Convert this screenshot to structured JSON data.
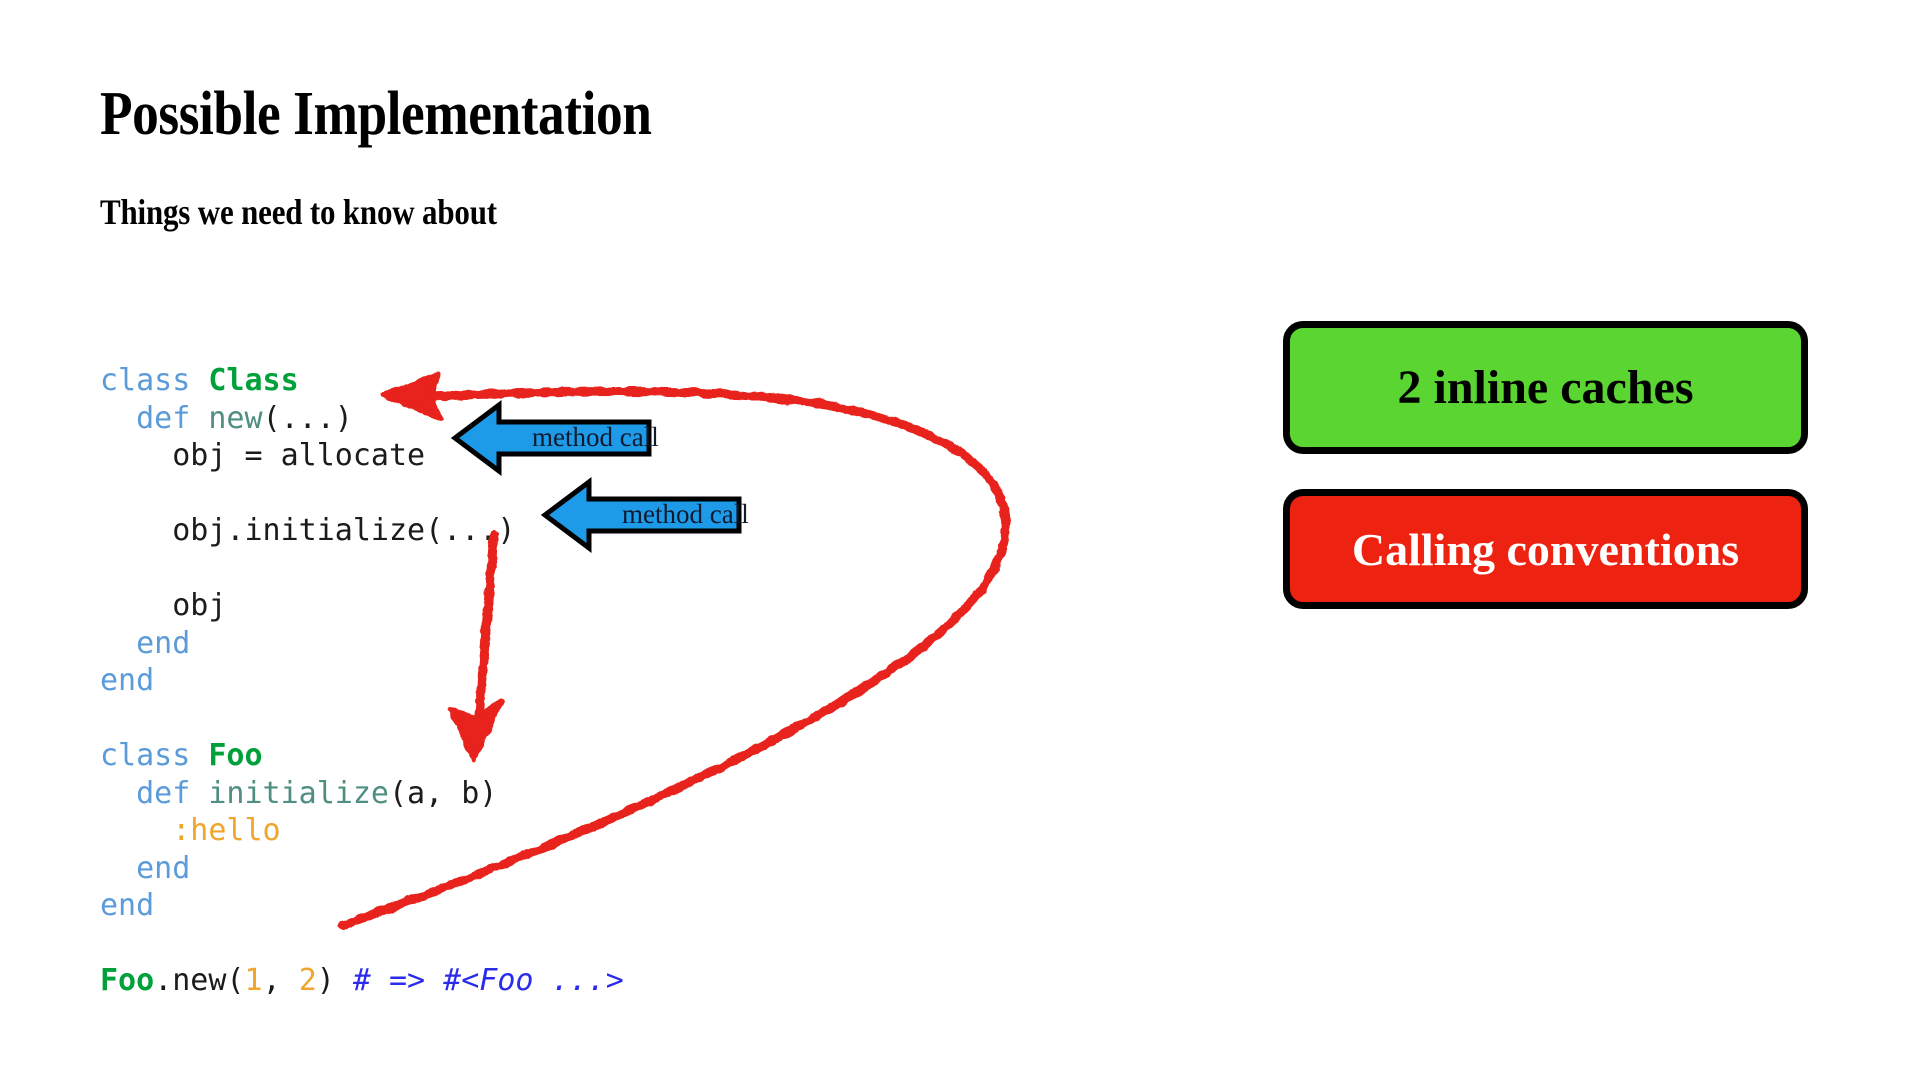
{
  "slide": {
    "title": "Possible Implementation",
    "subtitle": "Things we need to know about",
    "background_color": "#ffffff"
  },
  "code": {
    "language": "ruby",
    "colors": {
      "keyword": "#5b9bd9",
      "class_name": "#00a03a",
      "method_name": "#4f8e81",
      "symbol": "#f0a52b",
      "number": "#f0a52b",
      "comment": "#2b2bee",
      "plain": "#1b1b1b"
    },
    "lines": [
      {
        "id": "l01",
        "tokens": [
          {
            "t": "class ",
            "k": "kw"
          },
          {
            "t": "Class",
            "k": "cls"
          }
        ]
      },
      {
        "id": "l02",
        "tokens": [
          {
            "t": "  ",
            "k": "pln"
          },
          {
            "t": "def ",
            "k": "kw"
          },
          {
            "t": "new",
            "k": "mth"
          },
          {
            "t": "(...)",
            "k": "pln"
          }
        ]
      },
      {
        "id": "l03",
        "tokens": [
          {
            "t": "    obj = allocate",
            "k": "pln"
          }
        ]
      },
      {
        "id": "l04",
        "tokens": [
          {
            "t": "",
            "k": "pln"
          }
        ]
      },
      {
        "id": "l05",
        "tokens": [
          {
            "t": "    obj.initialize(...)",
            "k": "pln"
          }
        ]
      },
      {
        "id": "l06",
        "tokens": [
          {
            "t": "",
            "k": "pln"
          }
        ]
      },
      {
        "id": "l07",
        "tokens": [
          {
            "t": "    obj",
            "k": "pln"
          }
        ]
      },
      {
        "id": "l08",
        "tokens": [
          {
            "t": "  ",
            "k": "pln"
          },
          {
            "t": "end",
            "k": "kw"
          }
        ]
      },
      {
        "id": "l09",
        "tokens": [
          {
            "t": "end",
            "k": "kw"
          }
        ]
      },
      {
        "id": "l10",
        "tokens": [
          {
            "t": "",
            "k": "pln"
          }
        ]
      },
      {
        "id": "l11",
        "tokens": [
          {
            "t": "class ",
            "k": "kw"
          },
          {
            "t": "Foo",
            "k": "cls"
          }
        ]
      },
      {
        "id": "l12",
        "tokens": [
          {
            "t": "  ",
            "k": "pln"
          },
          {
            "t": "def ",
            "k": "kw"
          },
          {
            "t": "initialize",
            "k": "mth"
          },
          {
            "t": "(a, b)",
            "k": "pln"
          }
        ]
      },
      {
        "id": "l13",
        "tokens": [
          {
            "t": "    ",
            "k": "pln"
          },
          {
            "t": ":hello",
            "k": "sym"
          }
        ]
      },
      {
        "id": "l14",
        "tokens": [
          {
            "t": "  ",
            "k": "pln"
          },
          {
            "t": "end",
            "k": "kw"
          }
        ]
      },
      {
        "id": "l15",
        "tokens": [
          {
            "t": "end",
            "k": "kw"
          }
        ]
      },
      {
        "id": "l16",
        "tokens": [
          {
            "t": "",
            "k": "pln"
          }
        ]
      },
      {
        "id": "l17",
        "tokens": [
          {
            "t": "Foo",
            "k": "cls"
          },
          {
            "t": ".new(",
            "k": "pln"
          },
          {
            "t": "1",
            "k": "num"
          },
          {
            "t": ", ",
            "k": "pln"
          },
          {
            "t": "2",
            "k": "num"
          },
          {
            "t": ") ",
            "k": "pln"
          },
          {
            "t": "# => #<Foo ...>",
            "k": "cmt"
          }
        ]
      }
    ]
  },
  "callouts": [
    {
      "id": "callout-1",
      "label": "method call",
      "fill": "#1e9be8",
      "stroke": "#000000",
      "points_to": "obj = allocate"
    },
    {
      "id": "callout-2",
      "label": "method call",
      "fill": "#1e9be8",
      "stroke": "#000000",
      "points_to": "obj.initialize(...)"
    }
  ],
  "annotations": {
    "color": "#e8231a",
    "items": [
      {
        "id": "return-curve",
        "kind": "curved-arrow",
        "from": "Foo.new(1, 2)",
        "to": "def new(...)"
      },
      {
        "id": "dispatch-arrow",
        "kind": "straight-arrow",
        "from": "obj.initialize(...)",
        "to": "def initialize(a, b)"
      }
    ]
  },
  "badges": [
    {
      "id": "badge-green",
      "label": "2 inline caches",
      "background": "#5bd532",
      "text_color": "#000000",
      "border_color": "#000000"
    },
    {
      "id": "badge-red",
      "label": "Calling conventions",
      "background": "#ee2211",
      "text_color": "#ffffff",
      "border_color": "#000000"
    }
  ]
}
